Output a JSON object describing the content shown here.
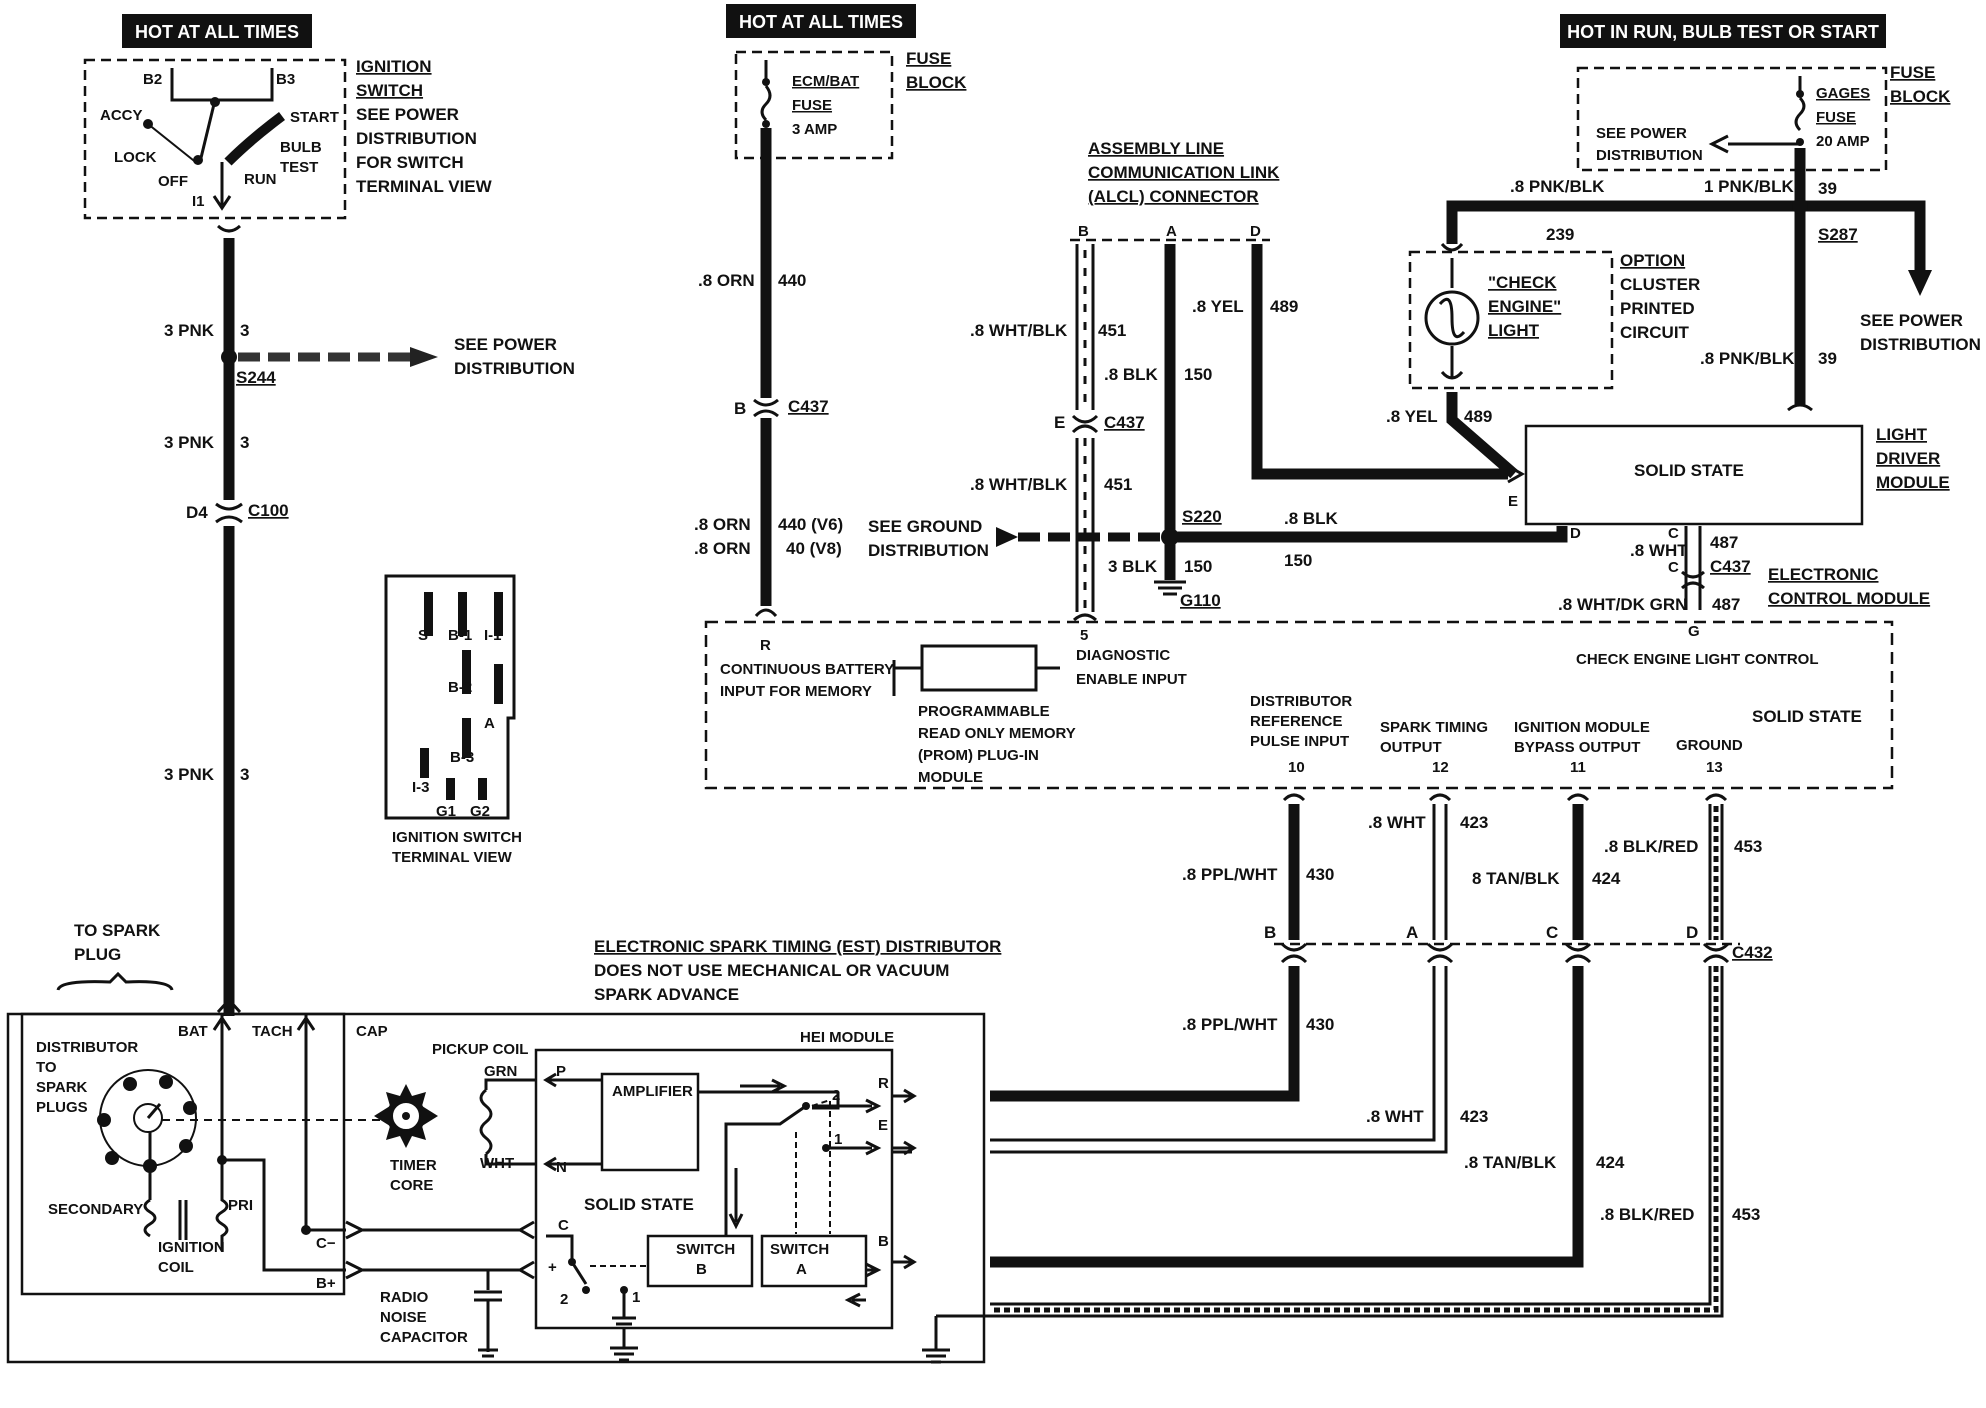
{
  "headers": {
    "hot_left": "HOT AT ALL TIMES",
    "hot_mid": "HOT AT ALL TIMES",
    "hot_right": "HOT IN RUN, BULB TEST OR START"
  },
  "ignition": {
    "title_1": "IGNITION",
    "title_2": "SWITCH",
    "note_1": "SEE POWER",
    "note_2": "DISTRIBUTION",
    "note_3": "FOR SWITCH",
    "note_4": "TERMINAL VIEW",
    "b2": "B2",
    "b3": "B3",
    "accy": "ACCY",
    "start": "START",
    "lock": "LOCK",
    "bulb": "BULB",
    "test": "TEST",
    "off": "OFF",
    "run": "RUN",
    "i1": "I1"
  },
  "left_wire": {
    "w1_size": "3 PNK",
    "w1_num": "3",
    "splice": "S244",
    "see_power_1": "SEE POWER",
    "see_power_2": "DISTRIBUTION",
    "w2_size": "3 PNK",
    "w2_num": "3",
    "conn_pin": "D4",
    "conn": "C100",
    "w3_size": "3 PNK",
    "w3_num": "3",
    "spark_1": "TO SPARK",
    "spark_2": "PLUG"
  },
  "terminal_view": {
    "s": "S",
    "b1": "B-1",
    "i1": "I-1",
    "b2": "B-2",
    "a": "A",
    "b3": "B-3",
    "i3": "I-3",
    "g1": "G1",
    "g2": "G2",
    "cap_1": "IGNITION SWITCH",
    "cap_2": "TERMINAL VIEW"
  },
  "fuse_mid": {
    "name_1": "ECM/BAT",
    "name_2": "FUSE",
    "rating": "3 AMP",
    "block_1": "FUSE",
    "block_2": "BLOCK",
    "w1_size": ".8 ORN",
    "w1_num": "440",
    "conn_pin": "B",
    "conn": "C437",
    "w2a_size": ".8 ORN",
    "w2a_num": "440 (V6)",
    "w2b_size": ".8 ORN",
    "w2b_num": "40 (V8)",
    "ground_1": "SEE GROUND",
    "ground_2": "DISTRIBUTION"
  },
  "alcl": {
    "title_1": "ASSEMBLY LINE",
    "title_2": "COMMUNICATION LINK",
    "title_3": "(ALCL) CONNECTOR",
    "pin_b": "B",
    "pin_a": "A",
    "pin_d": "D",
    "wht_1": ".8 WHT/BLK",
    "wht_1_num": "451",
    "blk_1": ".8 BLK",
    "blk_1_num": "150",
    "yel": ".8 YEL",
    "yel_num": "489",
    "e_pin": "E",
    "c437": "C437",
    "wht_2": ".8 WHT/BLK",
    "wht_2_num": "451",
    "s220": "S220",
    "blk_2": ".8 BLK",
    "blk_2_num": "150",
    "blk_3": "3 BLK",
    "blk_3_num": "150",
    "g110": "G110"
  },
  "fuse_right": {
    "name_1": "GAGES",
    "name_2": "FUSE",
    "rating": "20 AMP",
    "block_1": "FUSE",
    "block_2": "BLOCK",
    "see_power_1": "SEE POWER",
    "see_power_2": "DISTRIBUTION",
    "pnk_left": ".8 PNK/BLK",
    "pnk_main": "1 PNK/BLK",
    "pnk_main_num": "39",
    "num_239": "239",
    "s287": "S287",
    "see_power_r1": "SEE POWER",
    "see_power_r2": "DISTRIBUTION",
    "pnk_2": ".8 PNK/BLK",
    "pnk_2_num": "39"
  },
  "check_engine": {
    "l1": "\"CHECK",
    "l2": "ENGINE\"",
    "l3": "LIGHT",
    "opt_1": "OPTION",
    "opt_2": "CLUSTER",
    "opt_3": "PRINTED",
    "opt_4": "CIRCUIT",
    "yel": ".8 YEL",
    "yel_num": "489"
  },
  "ldm": {
    "solid": "SOLID STATE",
    "t1": "LIGHT",
    "t2": "DRIVER",
    "t3": "MODULE",
    "e": "E",
    "d": "D",
    "c": "C",
    "c2": "C",
    "wht": ".8 WHT",
    "wht_num": "487",
    "c437": "C437",
    "wht_dk": ".8 WHT/DK GRN",
    "wht_dk_num": "487",
    "g": "G"
  },
  "ecm": {
    "t1": "ELECTRONIC",
    "t2": "CONTROL MODULE",
    "r": "R",
    "cont_1": "CONTINUOUS BATTERY",
    "cont_2": "INPUT FOR MEMORY",
    "prom_1": "PROGRAMMABLE",
    "prom_2": "READ ONLY MEMORY",
    "prom_3": "(PROM) PLUG-IN",
    "prom_4": "MODULE",
    "five": "5",
    "diag_1": "DIAGNOSTIC",
    "diag_2": "ENABLE INPUT",
    "check": "CHECK ENGINE LIGHT CONTROL",
    "solid": "SOLID STATE",
    "dist_1": "DISTRIBUTOR",
    "dist_2": "REFERENCE",
    "dist_3": "PULSE INPUT",
    "dist_n": "10",
    "spark_1": "SPARK TIMING",
    "spark_2": "OUTPUT",
    "spark_n": "12",
    "ign_1": "IGNITION MODULE",
    "ign_2": "BYPASS OUTPUT",
    "ign_n": "11",
    "gnd": "GROUND",
    "gnd_n": "13"
  },
  "lower_wires": {
    "ppl": ".8 PPL/WHT",
    "ppl_n": "430",
    "wht": ".8 WHT",
    "wht_n": "423",
    "tan": "8 TAN/BLK",
    "tan_n": "424",
    "blkred": ".8 BLK/RED",
    "blkred_n": "453",
    "pin_b": "B",
    "pin_a": "A",
    "pin_c": "C",
    "pin_d": "D",
    "c432": "C432",
    "ppl2": ".8 PPL/WHT",
    "ppl2_n": "430",
    "wht2": ".8 WHT",
    "wht2_n": "423",
    "tan2": ".8 TAN/BLK",
    "tan2_n": "424",
    "blkred2": ".8 BLK/RED",
    "blkred2_n": "453"
  },
  "distributor": {
    "t1": "ELECTRONIC SPARK TIMING (EST) DISTRIBUTOR",
    "t2": "DOES NOT USE MECHANICAL OR VACUUM",
    "t3": "SPARK ADVANCE",
    "bat": "BAT",
    "tach": "TACH",
    "cap": "CAP",
    "d1": "DISTRIBUTOR",
    "d2": "TO",
    "d3": "SPARK",
    "d4": "PLUGS",
    "secondary": "SECONDARY",
    "pri": "PRI",
    "coil_1": "IGNITION",
    "coil_2": "COIL",
    "c_minus": "C−",
    "b_plus": "B+",
    "pickup": "PICKUP COIL",
    "grn": "GRN",
    "wht": "WHT",
    "timer_1": "TIMER",
    "timer_2": "CORE",
    "radio_1": "RADIO",
    "radio_2": "NOISE",
    "radio_3": "CAPACITOR",
    "hei": "HEI MODULE",
    "amp": "AMPLIFIER",
    "solid": "SOLID STATE",
    "p": "P",
    "n": "N",
    "c": "C",
    "plus": "+",
    "r": "R",
    "e": "E",
    "b": "B",
    "two": "2",
    "one": "1",
    "swb_1": "SWITCH",
    "swb_2": "B",
    "swa_1": "SWITCH",
    "swa_2": "A",
    "two_b": "2",
    "one_b": "1"
  }
}
